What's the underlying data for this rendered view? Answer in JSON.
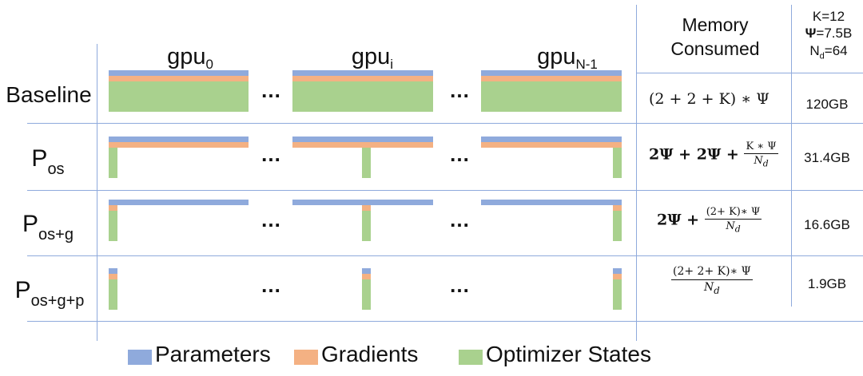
{
  "gpu_headers": [
    {
      "base": "gpu",
      "sub": "0"
    },
    {
      "base": "gpu",
      "sub": "i"
    },
    {
      "base": "gpu",
      "sub": "N-1"
    }
  ],
  "ellipsis": "…",
  "columns": {
    "memory_consumed": "Memory Consumed",
    "params_k": "K=12",
    "params_psi": "=7.5B",
    "params_psi_symbol": "Ψ",
    "params_nd_base": "N",
    "params_nd_sub": "d",
    "params_nd_value": "=64"
  },
  "rows": [
    {
      "label_base": "Baseline",
      "label_sub": "",
      "formula": "(2 + 2 + K) ∗ Ψ",
      "memory": "120GB"
    },
    {
      "label_base": "P",
      "label_sub": "os",
      "formula_prefix": "2Ψ + 2Ψ + ",
      "formula_num": "K ∗ Ψ",
      "formula_den": "N",
      "formula_den_sub": "d",
      "memory": "31.4GB"
    },
    {
      "label_base": "P",
      "label_sub": "os+g",
      "formula_prefix": "2Ψ + ",
      "formula_num": "(2+ K)∗ Ψ",
      "formula_den": "N",
      "formula_den_sub": "d",
      "memory": "16.6GB"
    },
    {
      "label_base": "P",
      "label_sub": "os+g+p",
      "formula_prefix": "",
      "formula_num": "(2+ 2+ K)∗ Ψ",
      "formula_den": "N",
      "formula_den_sub": "d",
      "memory": "1.9GB"
    }
  ],
  "legend": [
    {
      "label": "Parameters",
      "color": "#8faadc"
    },
    {
      "label": "Gradients",
      "color": "#f4b183"
    },
    {
      "label": "Optimizer States",
      "color": "#a9d18e"
    }
  ],
  "colors": {
    "parameters": "#8faadc",
    "gradients": "#f4b183",
    "optimizer_states": "#a9d18e",
    "grid": "#8faadc"
  }
}
